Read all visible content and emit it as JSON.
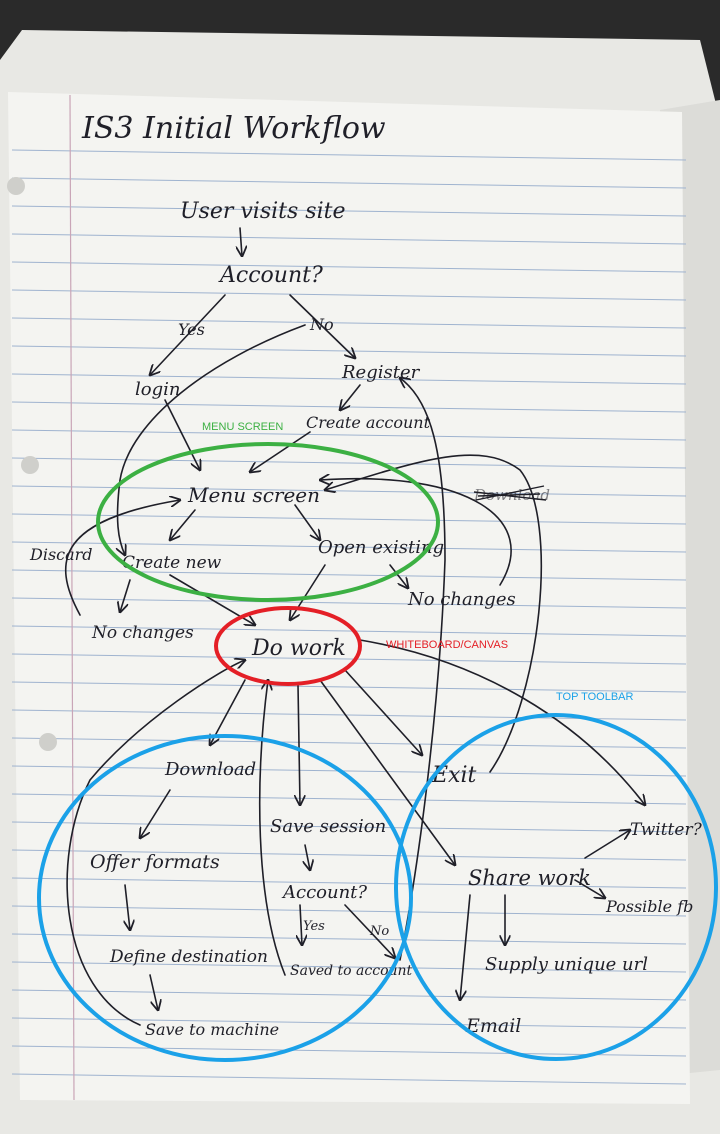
{
  "title": "IS3 Initial Workflow",
  "colors": {
    "menu_screen": "#3cb043",
    "whiteboard": "#e41f26",
    "top_toolbar": "#1ba1e8",
    "ink": "#1f1f28",
    "paper": "#f4f4f1",
    "rule_line": "#9fb3cf"
  },
  "annotations": {
    "menu_screen": "MENU SCREEN",
    "whiteboard": "WHITEBOARD/CANVAS",
    "top_toolbar": "TOP TOOLBAR"
  },
  "nodes": {
    "user_visits": "User visits site",
    "account_q": "Account?",
    "yes1": "Yes",
    "no1": "No",
    "login": "login",
    "register": "Register",
    "create_account": "Create account",
    "menu_screen": "Menu screen",
    "crossed": "Download",
    "discard": "Discard",
    "create_new": "Create new",
    "open_existing": "Open existing",
    "no_changes_left": "No changes",
    "no_changes_right": "No changes",
    "do_work": "Do work",
    "download": "Download",
    "offer_formats": "Offer formats",
    "define_destination": "Define destination",
    "save_to_machine": "Save to machine",
    "save_session": "Save session",
    "account_q2": "Account?",
    "yes2": "Yes",
    "no2": "No",
    "saved_to_account": "Saved to account",
    "exit": "Exit",
    "share_work": "Share work",
    "twitter": "Twitter?",
    "possible_fb": "Possible fb",
    "supply_url": "Supply unique url",
    "email": "Email"
  }
}
